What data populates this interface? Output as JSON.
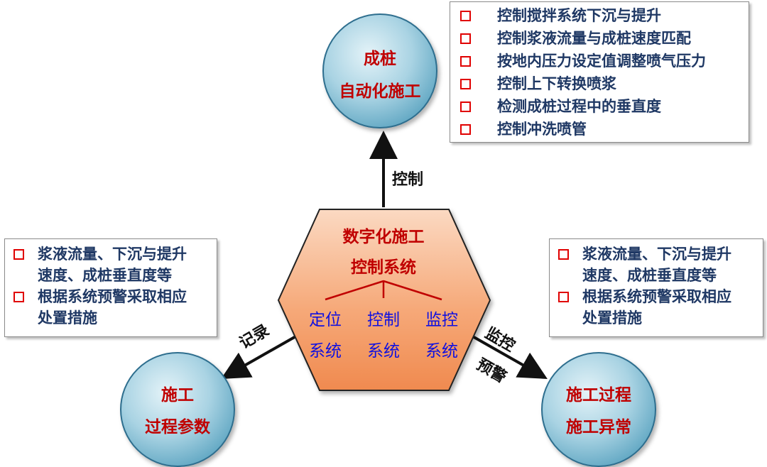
{
  "colors": {
    "circle_fill": "#a9d3e3",
    "circle_stroke": "#2d6e8e",
    "hexagon_fill": "#f6a979",
    "hexagon_stroke": "#222222",
    "title_red": "#c00000",
    "subsystem_blue": "#1010e0",
    "list_text": "#1f3864",
    "bullet_red": "#e00000",
    "arrow": "#111111"
  },
  "center": {
    "title_line1": "数字化施工",
    "title_line2": "控制系统",
    "subsystems": [
      {
        "line1": "定位",
        "line2": "系统"
      },
      {
        "line1": "控制",
        "line2": "系统"
      },
      {
        "line1": "监控",
        "line2": "系统"
      }
    ]
  },
  "nodes": {
    "top": {
      "line1": "成桩",
      "line2": "自动化施工"
    },
    "left": {
      "line1": "施工",
      "line2": "过程参数"
    },
    "right": {
      "line1": "施工过程",
      "line2": "施工异常"
    }
  },
  "arrows": {
    "top": {
      "label": "控制"
    },
    "left": {
      "label": "记录"
    },
    "right": {
      "label1": "监控",
      "label2": "预警"
    }
  },
  "boxes": {
    "top": {
      "items": [
        "控制搅拌系统下沉与提升",
        "控制浆液流量与成桩速度匹配",
        "按地内压力设定值调整喷气压力",
        "控制上下转换喷浆",
        "检测成桩过程中的垂直度",
        "控制冲洗喷管"
      ]
    },
    "left": {
      "items": [
        {
          "line1": "浆液流量、下沉与提升",
          "line2": "速度、成桩垂直度等"
        },
        {
          "line1": "根据系统预警采取相应",
          "line2": "处置措施"
        }
      ]
    },
    "right": {
      "items": [
        {
          "line1": "浆液流量、下沉与提升",
          "line2": "速度、成桩垂直度等"
        },
        {
          "line1": "根据系统预警采取相应",
          "line2": "处置措施"
        }
      ]
    }
  }
}
